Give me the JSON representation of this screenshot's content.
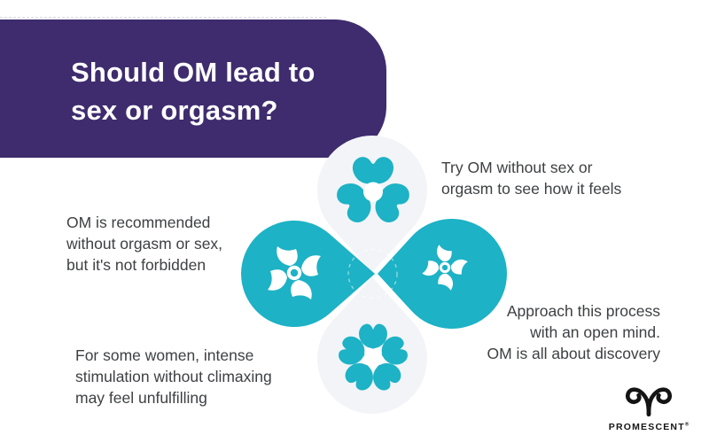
{
  "header": {
    "title": "Should OM lead to\nsex or orgasm?"
  },
  "tips": [
    {
      "id": "try-om",
      "text": "Try OM without sex or\norgasm to see how it feels"
    },
    {
      "id": "recommended",
      "text": "OM is recommended\nwithout orgasm or sex,\nbut it's not forbidden"
    },
    {
      "id": "some-women",
      "text": "For some women, intense\nstimulation without climaxing\nmay feel unfulfilling"
    },
    {
      "id": "open-mind",
      "text": "Approach this process\nwith an open mind.\nOM is all about discovery"
    }
  ],
  "graphic": {
    "icons": [
      "pinwheel-icon",
      "trillium-flower-icon",
      "cherry-blossom-icon",
      "infinity-teardrop-shape",
      "dashed-circle"
    ]
  },
  "logo": {
    "brand": "PROMESCENT",
    "registered": "®"
  },
  "colors": {
    "purple": "#3e2c6e",
    "teal": "#1db2c5",
    "blob": "#f2f4f7",
    "text": "#3e4043",
    "logo": "#151515"
  }
}
